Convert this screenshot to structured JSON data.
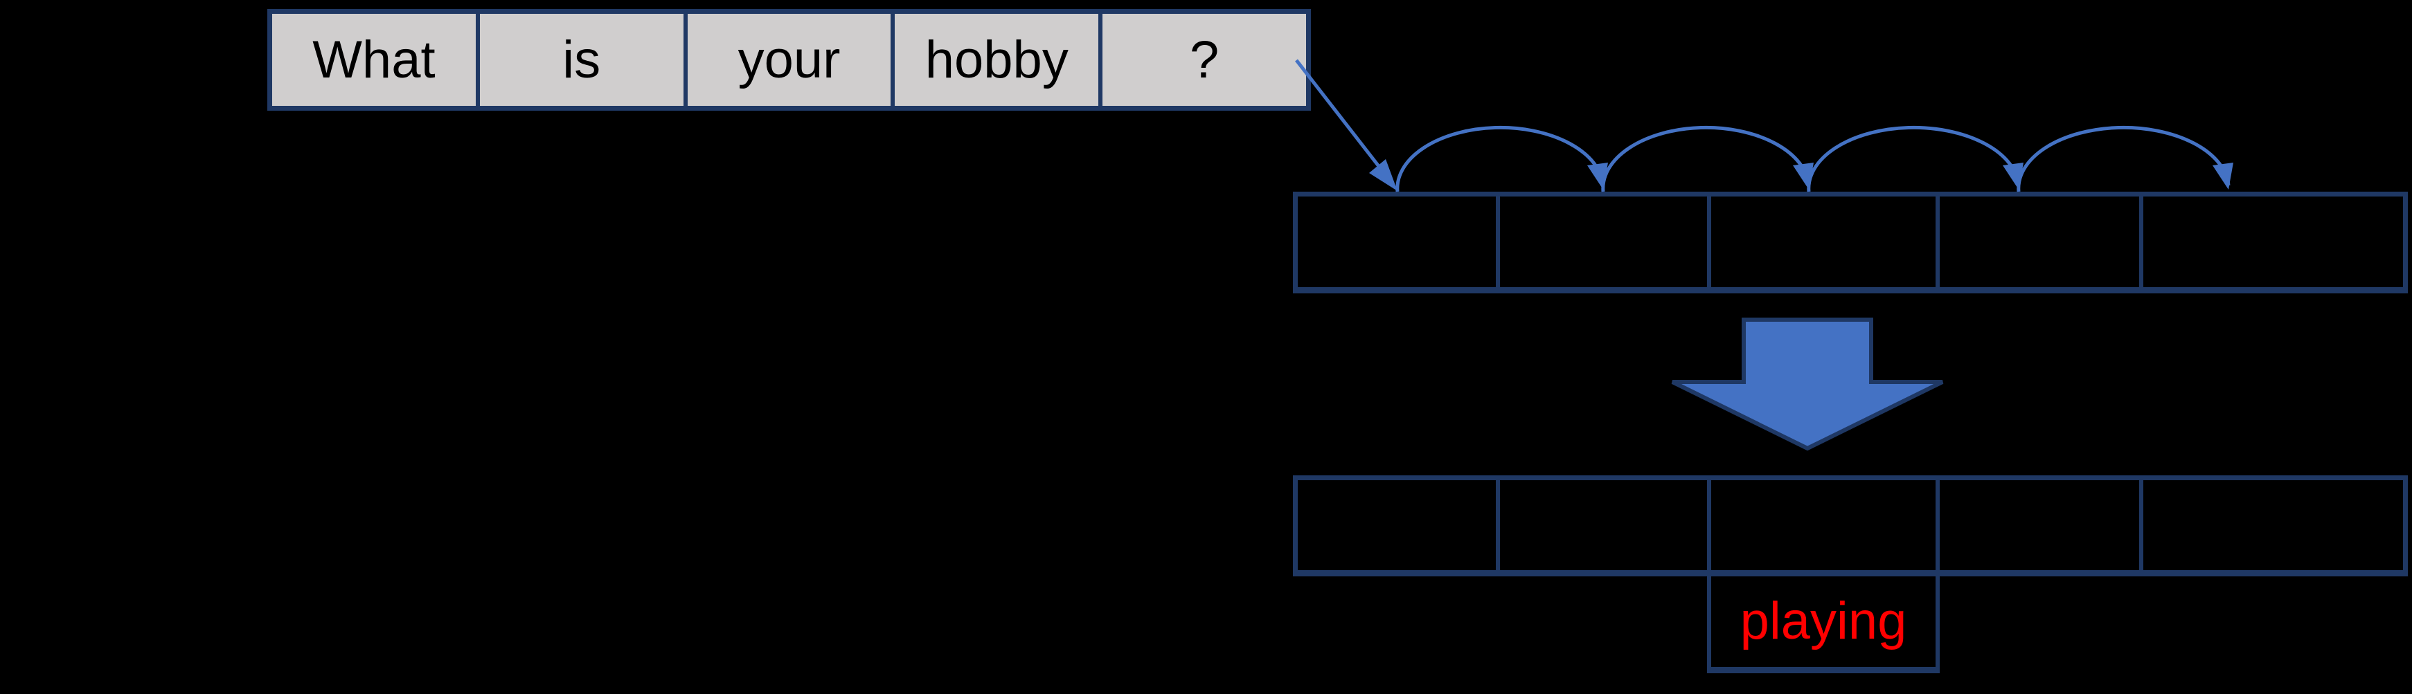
{
  "diagram": {
    "description_visible_text_only": true
  },
  "colors": {
    "background": "#000000",
    "cell_fill": "#D0CECE",
    "border_navy": "#1F3864",
    "arrow_blue": "#4472C4",
    "word_text": "#000000",
    "prediction_text": "#FF0000"
  },
  "sentence": {
    "words": [
      "What",
      "is",
      "your",
      "hobby",
      "?"
    ]
  },
  "token_row": {
    "cell_count": 5
  },
  "output_row": {
    "cell_count": 5
  },
  "prediction": {
    "label": "playing"
  },
  "icons": {
    "sentence_to_token_arrow": "diagonal-arrow",
    "hop_arrows": "arc-hop-arrows",
    "transform_arrow": "block-down-arrow"
  }
}
